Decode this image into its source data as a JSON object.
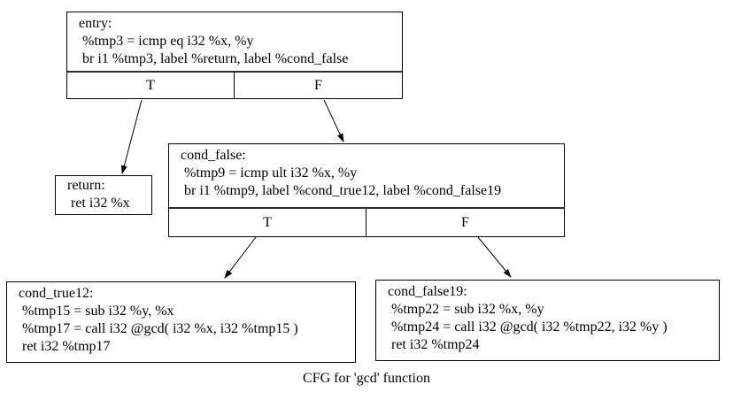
{
  "caption": "CFG for 'gcd' function",
  "colors": {
    "background": "#ffffff",
    "node_border": "#000000",
    "text": "#000000",
    "edge": "#000000"
  },
  "nodes": {
    "entry": {
      "lines": [
        "entry:",
        " %tmp3 = icmp eq i32 %x, %y",
        " br i1 %tmp3, label %return, label %cond_false"
      ],
      "true_label": "T",
      "false_label": "F"
    },
    "cond_false": {
      "lines": [
        "cond_false:",
        " %tmp9 = icmp ult i32 %x, %y",
        " br i1 %tmp9, label %cond_true12, label %cond_false19"
      ],
      "true_label": "T",
      "false_label": "F"
    },
    "return": {
      "lines": [
        "return:",
        " ret i32 %x"
      ]
    },
    "cond_true12": {
      "lines": [
        "cond_true12:",
        " %tmp15 = sub i32 %y, %x",
        " %tmp17 = call i32 @gcd( i32 %x, i32 %tmp15 )",
        " ret i32 %tmp17"
      ]
    },
    "cond_false19": {
      "lines": [
        "cond_false19:",
        " %tmp22 = sub i32 %x, %y",
        " %tmp24 = call i32 @gcd( i32 %tmp22, i32 %y )",
        " ret i32 %tmp24"
      ]
    }
  },
  "edges": [
    {
      "from": "entry",
      "port": "T",
      "to": "return"
    },
    {
      "from": "entry",
      "port": "F",
      "to": "cond_false"
    },
    {
      "from": "cond_false",
      "port": "T",
      "to": "cond_true12"
    },
    {
      "from": "cond_false",
      "port": "F",
      "to": "cond_false19"
    }
  ]
}
